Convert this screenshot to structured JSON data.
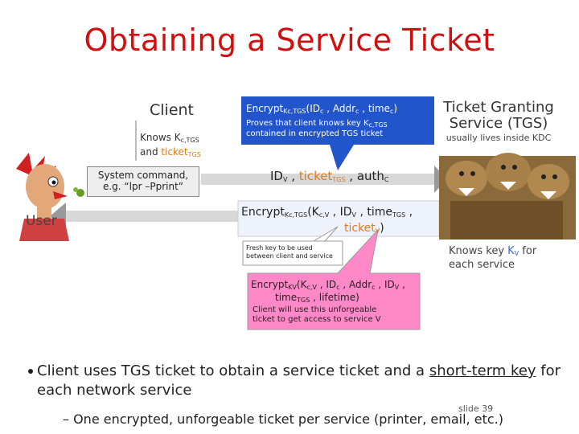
{
  "title": "Obtaining a Service Ticket",
  "client": {
    "label": "Client",
    "knows_prefix": "Knows K",
    "knows_sub": "c,TGS",
    "and_text": "and ",
    "ticket": "ticket",
    "ticket_sub": "TGS"
  },
  "system_command": {
    "line1": "System command,",
    "line2": "e.g. “lpr –Pprint”"
  },
  "user_label": "User",
  "tgs": {
    "title_line1": "Ticket Granting",
    "title_line2": "Service (TGS)",
    "subtitle": "usually lives inside KDC",
    "knows_prefix": "Knows key ",
    "knows_key": "K",
    "knows_key_sub": "V",
    "knows_suffix": " for",
    "knows_line2": "each service"
  },
  "callout_authenticator": {
    "encrypt": "Encrypt",
    "key_k": "K",
    "key_sub": "c,TGS",
    "args": "(ID",
    "args_sub1": "c",
    "args2": " , Addr",
    "args_sub2": "c",
    "args3": " , time",
    "args_sub3": "c",
    "args_end": ")",
    "note_line1_prefix": "Proves that client knows key K",
    "note_line1_sub": "c,TGS",
    "note_line2": "contained in encrypted TGS ticket"
  },
  "request": {
    "id": "ID",
    "id_sub": "V",
    "sep1": " , ",
    "ticket": "ticket",
    "ticket_sub": "TGS",
    "sep2": " , ",
    "auth": "auth",
    "auth_sub": "C"
  },
  "response": {
    "encrypt": "Encrypt",
    "key_k": "K",
    "key_sub": "c,TGS",
    "arg1": "(K",
    "arg1_sub": "c,V",
    "arg2": " , ID",
    "arg2_sub": "V",
    "arg3": " , time",
    "arg3_sub": "TGS",
    "arg3_end": " ,",
    "ticket": "ticket",
    "ticket_sub": "V",
    "end": ")"
  },
  "fresh_key_note": "Fresh key to be used between client and service",
  "service_ticket": {
    "encrypt": "Encrypt",
    "key_k": "K",
    "key_sub": "V",
    "arg1": "(K",
    "arg1_sub": "c,V",
    "arg2": " , ID",
    "arg2_sub": "c",
    "arg3": " , Addr",
    "arg3_sub": "c",
    "arg4": " , ID",
    "arg4_sub": "V",
    "arg4_end": " ,",
    "line2": "time",
    "line2_sub": "TGS",
    "line2_end": " , lifetime)",
    "note_line1": "Client will use this unforgeable",
    "note_line2": "ticket to get access to service V"
  },
  "bullet": {
    "prefix": "Client uses TGS ticket to obtain a service ticket and a ",
    "underlined": "short-term key",
    "suffix": " for each network service"
  },
  "subbullet": "– One encrypted, unforgeable ticket per service (printer, email, etc.)",
  "slide_number": "slide 39",
  "colors": {
    "title": "#d01010",
    "callout_blue": "#2255cc",
    "callout_pink": "#ff88c8",
    "ticket_orange": "#e07a18",
    "arrow_gray": "#888888"
  }
}
